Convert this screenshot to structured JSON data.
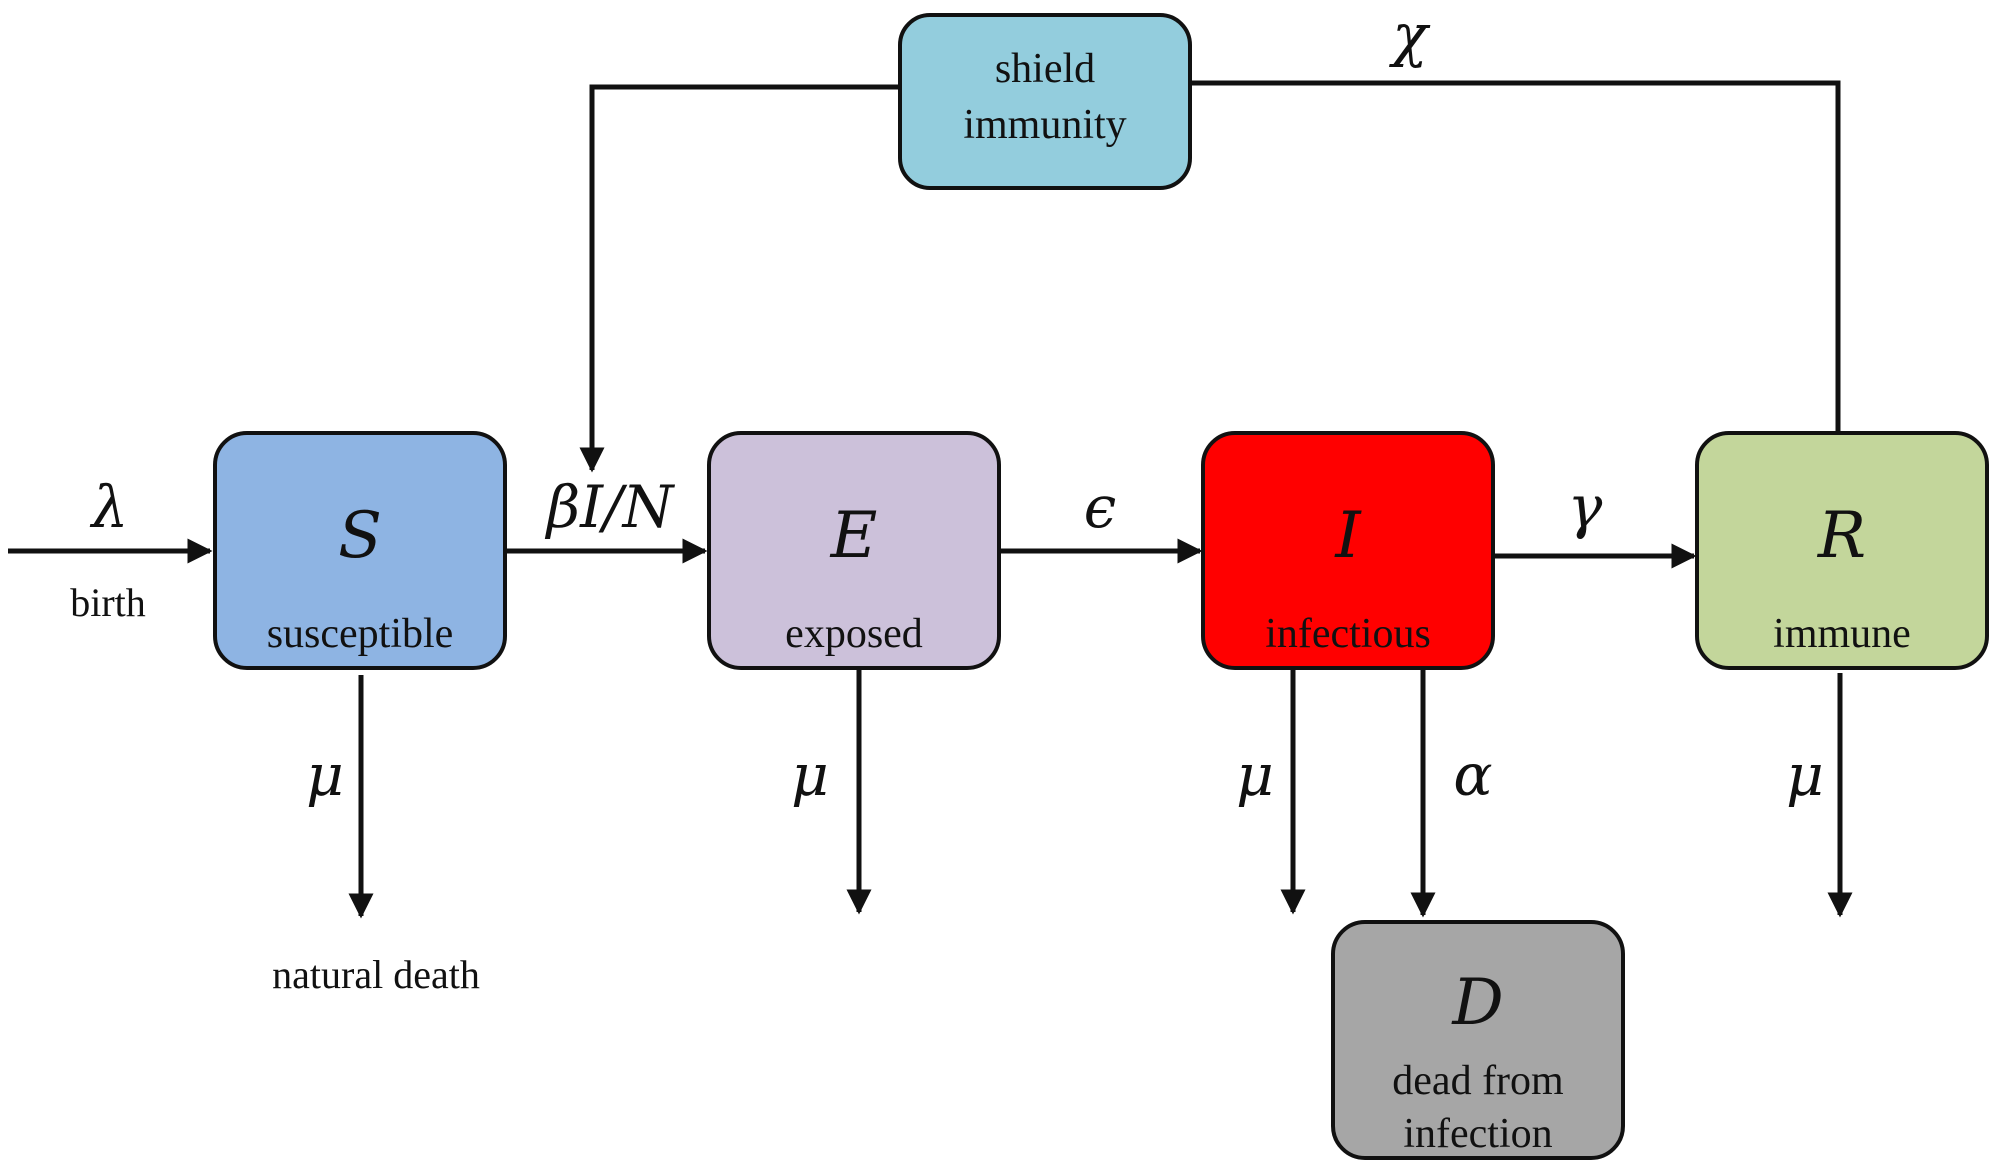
{
  "compartments": {
    "S": {
      "letter": "S",
      "label": "susceptible",
      "color": "#8eb4e3"
    },
    "E": {
      "letter": "E",
      "label": "exposed",
      "color": "#ccc1da"
    },
    "I": {
      "letter": "I",
      "label": "infectious",
      "color": "#ff0000"
    },
    "R": {
      "letter": "R",
      "label": "immune",
      "color": "#c3d69b"
    },
    "D": {
      "letter": "D",
      "label_line1": "dead from",
      "label_line2": "infection",
      "color": "#a6a6a6"
    },
    "shield": {
      "label_line1": "shield",
      "label_line2": "immunity",
      "color": "#93cddd"
    }
  },
  "rates": {
    "birth_rate": "λ",
    "infection_rate": "βI/N",
    "incubation_rate": "ϵ",
    "recovery_rate": "γ",
    "shield_rate": "χ",
    "natural_death_rate": "μ",
    "disease_death_rate": "α"
  },
  "notes": {
    "birth": "birth",
    "natural_death": "natural death"
  }
}
